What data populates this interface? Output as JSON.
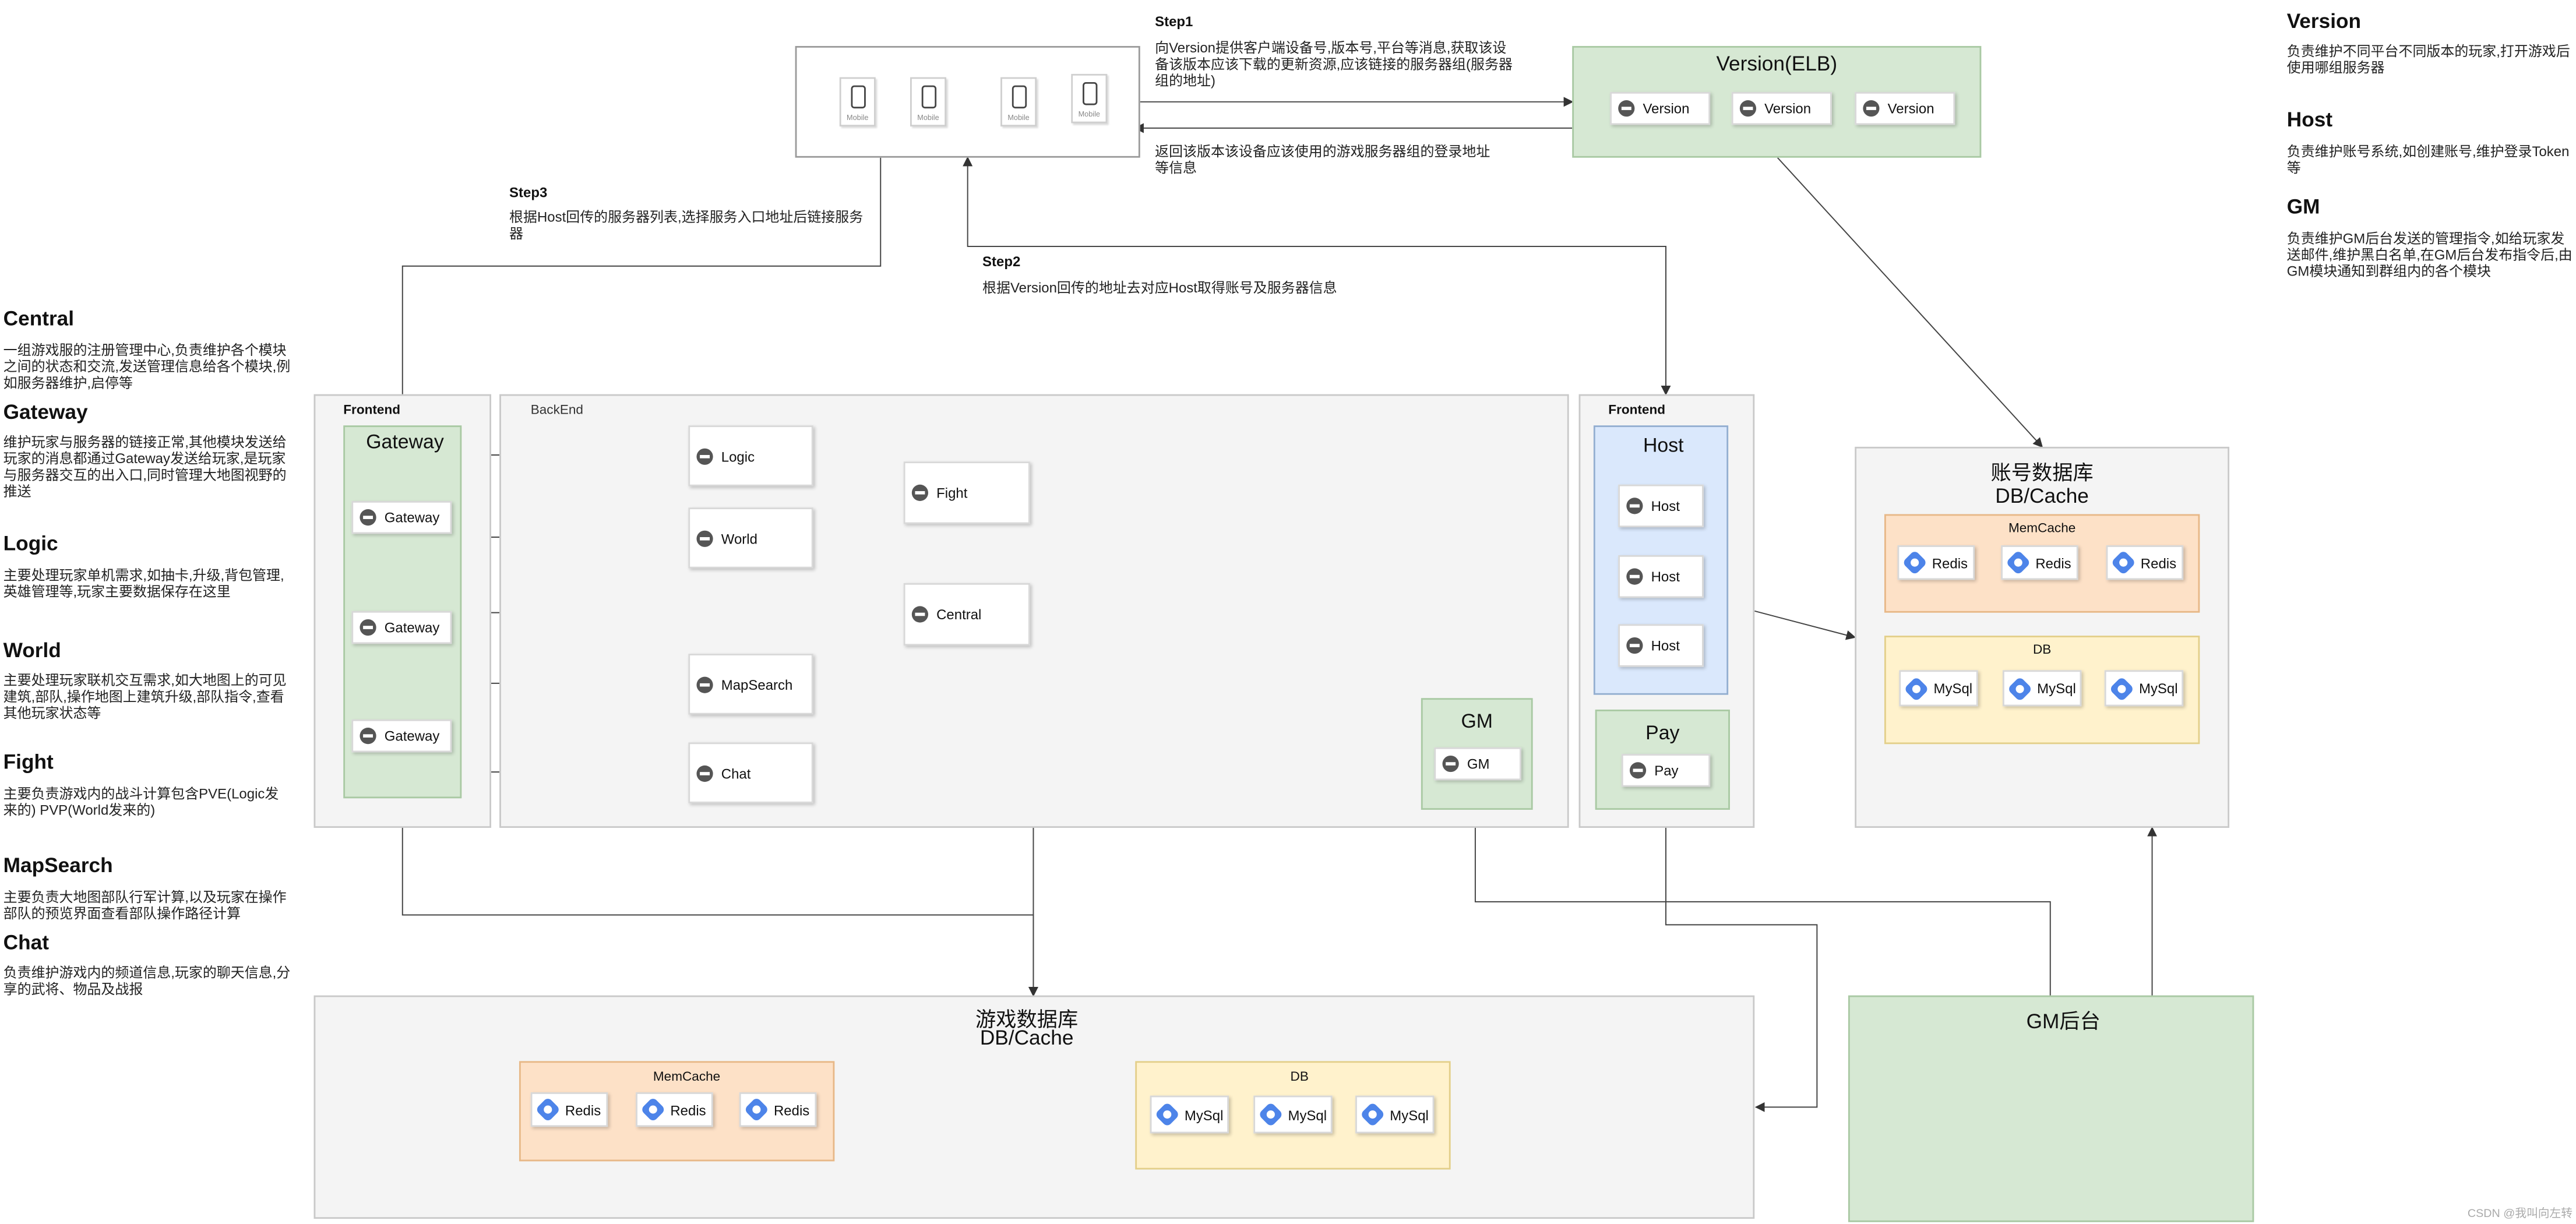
{
  "steps": {
    "step1": {
      "label": "Step1",
      "text": "向Version提供客户端设备号,版本号,平台等消息,获取该设备该版本应该下载的更新资源,应该链接的服务器组(服务器组的地址)"
    },
    "return": {
      "text": "返回该版本该设备应该使用的游戏服务器组的登录地址等信息"
    },
    "step2": {
      "label": "Step2",
      "text": "根据Version回传的地址去对应Host取得账号及服务器信息"
    },
    "step3": {
      "label": "Step3",
      "text": "根据Host回传的服务器列表,选择服务入口地址后链接服务器"
    }
  },
  "clients": {
    "mobile_label": "Mobile"
  },
  "version_elb": {
    "title": "Version(ELB)",
    "nodes": [
      "Version",
      "Version",
      "Version"
    ]
  },
  "frontend_left": {
    "label": "Frontend",
    "gateway_title": "Gateway",
    "nodes": [
      "Gateway",
      "Gateway",
      "Gateway"
    ]
  },
  "backend": {
    "label": "BackEnd",
    "logic": "Logic",
    "world": "World",
    "fight": "Fight",
    "central": "Central",
    "mapsearch": "MapSearch",
    "chat": "Chat",
    "gm_title": "GM",
    "gm_node": "GM"
  },
  "frontend_right": {
    "label": "Frontend",
    "host_title": "Host",
    "host_nodes": [
      "Host",
      "Host",
      "Host"
    ],
    "pay_title": "Pay",
    "pay_node": "Pay"
  },
  "account_db": {
    "title_line1": "账号数据库",
    "title_line2": "DB/Cache",
    "memcache_label": "MemCache",
    "redis": [
      "Redis",
      "Redis",
      "Redis"
    ],
    "db_label": "DB",
    "mysql": [
      "MySql",
      "MySql",
      "MySql"
    ]
  },
  "game_db": {
    "title_line1": "游戏数据库",
    "title_line2": "DB/Cache",
    "memcache_label": "MemCache",
    "redis": [
      "Redis",
      "Redis",
      "Redis"
    ],
    "db_label": "DB",
    "mysql": [
      "MySql",
      "MySql",
      "MySql"
    ]
  },
  "gm_backend": {
    "title": "GM后台"
  },
  "left_legend": [
    {
      "name": "Central",
      "desc": "一组游戏服的注册管理中心,负责维护各个模块之间的状态和交流,发送管理信息给各个模块,例如服务器维护,启停等"
    },
    {
      "name": "Gateway",
      "desc": "维护玩家与服务器的链接正常,其他模块发送给玩家的消息都通过Gateway发送给玩家,是玩家与服务器交互的出入口,同时管理大地图视野的推送"
    },
    {
      "name": "Logic",
      "desc": "主要处理玩家单机需求,如抽卡,升级,背包管理,英雄管理等,玩家主要数据保存在这里"
    },
    {
      "name": "World",
      "desc": "主要处理玩家联机交互需求,如大地图上的可见建筑,部队,操作地图上建筑升级,部队指令,查看其他玩家状态等"
    },
    {
      "name": "Fight",
      "desc": "主要负责游戏内的战斗计算包含PVE(Logic发来的) PVP(World发来的)"
    },
    {
      "name": "MapSearch",
      "desc": "主要负责大地图部队行军计算,以及玩家在操作部队的预览界面查看部队操作路径计算"
    },
    {
      "name": "Chat",
      "desc": "负责维护游戏内的频道信息,玩家的聊天信息,分享的武将、物品及战报"
    }
  ],
  "right_legend": [
    {
      "name": "Version",
      "desc": "负责维护不同平台不同版本的玩家,打开游戏后使用哪组服务器"
    },
    {
      "name": "Host",
      "desc": "负责维护账号系统,如创建账号,维护登录Token等"
    },
    {
      "name": "GM",
      "desc": "负责维护GM后台发送的管理指令,如给玩家发送邮件,维护黑白名单,在GM后台发布指令后,由GM模块通知到群组内的各个模块"
    }
  ],
  "watermark": "CSDN @我叫向左转"
}
